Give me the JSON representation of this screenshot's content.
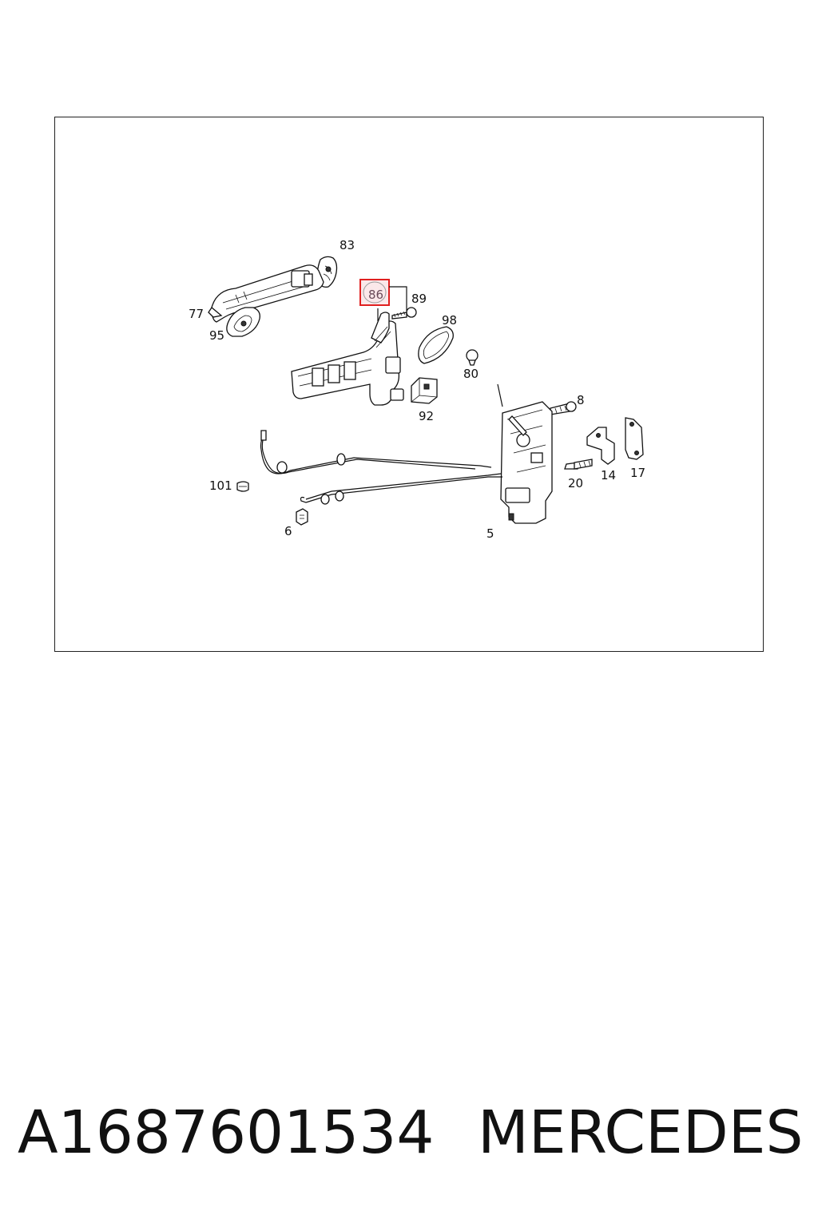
{
  "diagram": {
    "highlighted_callout": "86",
    "highlight_color": "#e02020",
    "callouts": {
      "c83": "83",
      "c86": "86",
      "c89": "89",
      "c77": "77",
      "c95": "95",
      "c98": "98",
      "c80": "80",
      "c92": "92",
      "c8": "8",
      "c101": "101",
      "c20": "20",
      "c14": "14",
      "c17": "17",
      "c6": "6",
      "c5": "5"
    }
  },
  "footer": {
    "part_number": "A1687601534",
    "brand": "MERCEDES"
  }
}
